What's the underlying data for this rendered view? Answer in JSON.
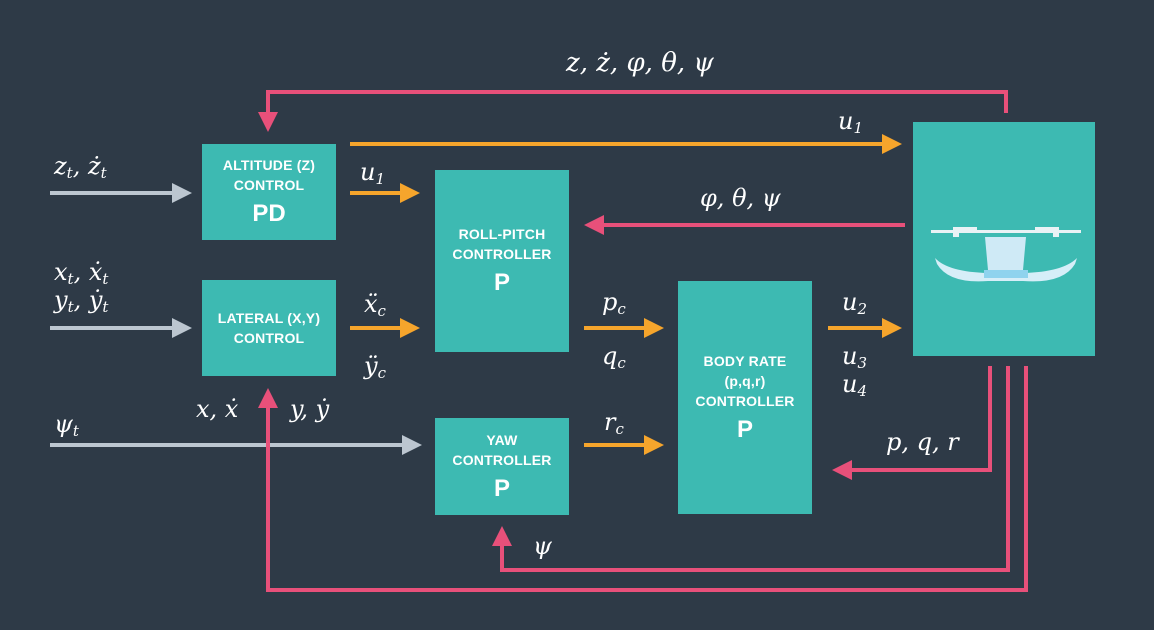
{
  "colors": {
    "background": "#2e3a47",
    "block": "#3dbab2",
    "input_arrow": "#bcc6d0",
    "command_arrow": "#f6a52c",
    "feedback_arrow": "#e8507a"
  },
  "blocks": {
    "altitude": {
      "line1": "ALTITUDE (Z)",
      "line2": "CONTROL",
      "gain": "PD"
    },
    "lateral": {
      "line1": "LATERAL (X,Y)",
      "line2": "CONTROL"
    },
    "roll_pitch": {
      "line1": "ROLL-PITCH",
      "line2": "CONTROLLER",
      "gain": "P"
    },
    "yaw": {
      "line1": "YAW",
      "line2": "CONTROLLER",
      "gain": "P"
    },
    "body_rate": {
      "line1": "BODY RATE",
      "line2": "(p,q,r)",
      "line3": "CONTROLLER",
      "gain": "P"
    },
    "vehicle": {
      "icon": "drone-icon"
    }
  },
  "labels": {
    "top_feedback": "z, ż, φ, θ, ψ",
    "u1_top": "u",
    "u1_top_sub": "1",
    "u1_mid": "u",
    "u1_mid_sub": "1",
    "z_input": "z",
    "z_input_sub": "t",
    "zdot_input": "ż",
    "zdot_input_sub": "t",
    "x_input": "x",
    "x_input_sub": "t",
    "xdot_input": "ẋ",
    "xdot_input_sub": "t",
    "y_input": "y",
    "y_input_sub": "t",
    "ydot_input": "ẏ",
    "ydot_input_sub": "t",
    "psi_input": "ψ",
    "psi_input_sub": "t",
    "xddot": "ẍ",
    "xddot_sub": "c",
    "yddot": "ÿ",
    "yddot_sub": "c",
    "attitude_feedback": "φ, θ, ψ",
    "pc": "p",
    "pc_sub": "c",
    "qc": "q",
    "qc_sub": "c",
    "rc": "r",
    "rc_sub": "c",
    "u2": "u",
    "u2_sub": "2",
    "u3": "u",
    "u3_sub": "3",
    "u4": "u",
    "u4_sub": "4",
    "pqr_feedback": "p, q, r",
    "xy_feedback_x": "x, ẋ",
    "xy_feedback_y": "y, ẏ",
    "psi_feedback": "ψ"
  }
}
